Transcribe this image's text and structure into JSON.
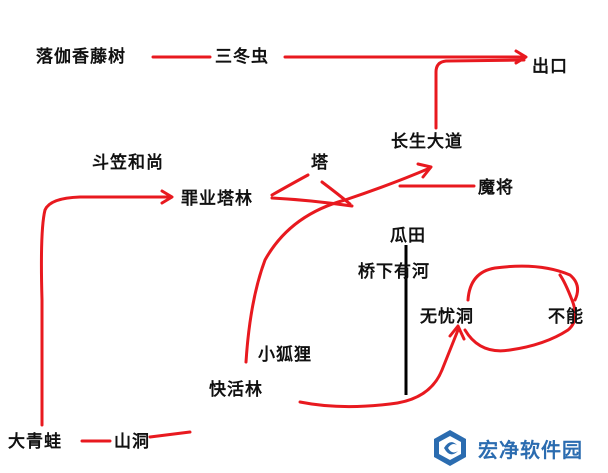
{
  "nodes": {
    "luojia_tree": "落伽香藤树",
    "three_winter_bug": "三冬虫",
    "exit": "出口",
    "longevity_road": "长生大道",
    "doudi_monk": "斗笠和尚",
    "tower": "塔",
    "sin_pagoda_forest": "罪业塔林",
    "demon_general": "魔将",
    "melon_field": "瓜田",
    "under_bridge_river": "桥下有河",
    "carefree_cave": "无忧洞",
    "cannot": "不能",
    "little_fox": "小狐狸",
    "happy_forest": "快活林",
    "big_frog": "大青蛙",
    "mountain_cave": "山洞"
  },
  "colors": {
    "line": "#e8191f",
    "divider": "#000000",
    "text": "#111111",
    "watermark": "#2b6cb0"
  },
  "watermark": {
    "logo_icon": "hexagon-swirl-logo",
    "text": "宏净软件园"
  }
}
